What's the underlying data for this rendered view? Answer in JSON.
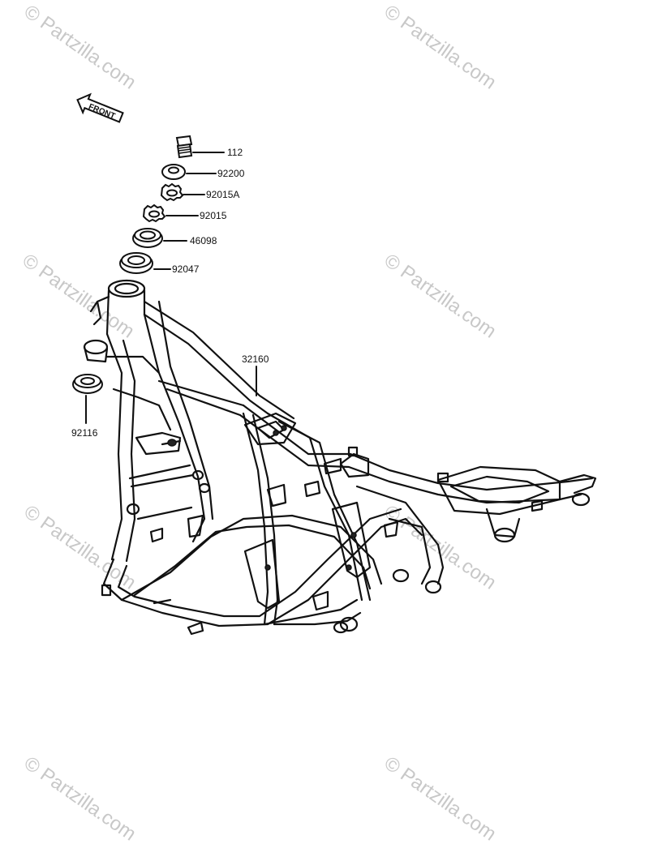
{
  "front_arrow": {
    "label": "FRONT"
  },
  "watermark": {
    "text": "© Partzilla.com"
  },
  "callouts": [
    {
      "id": "112",
      "label": "112"
    },
    {
      "id": "92200",
      "label": "92200"
    },
    {
      "id": "92015A",
      "label": "92015A"
    },
    {
      "id": "92015",
      "label": "92015"
    },
    {
      "id": "46098",
      "label": "46098"
    },
    {
      "id": "92047",
      "label": "92047"
    },
    {
      "id": "32160",
      "label": "32160"
    },
    {
      "id": "92116",
      "label": "92116"
    }
  ],
  "colors": {
    "line": "#111111",
    "watermark": "#c8c8c8",
    "background": "#ffffff"
  }
}
